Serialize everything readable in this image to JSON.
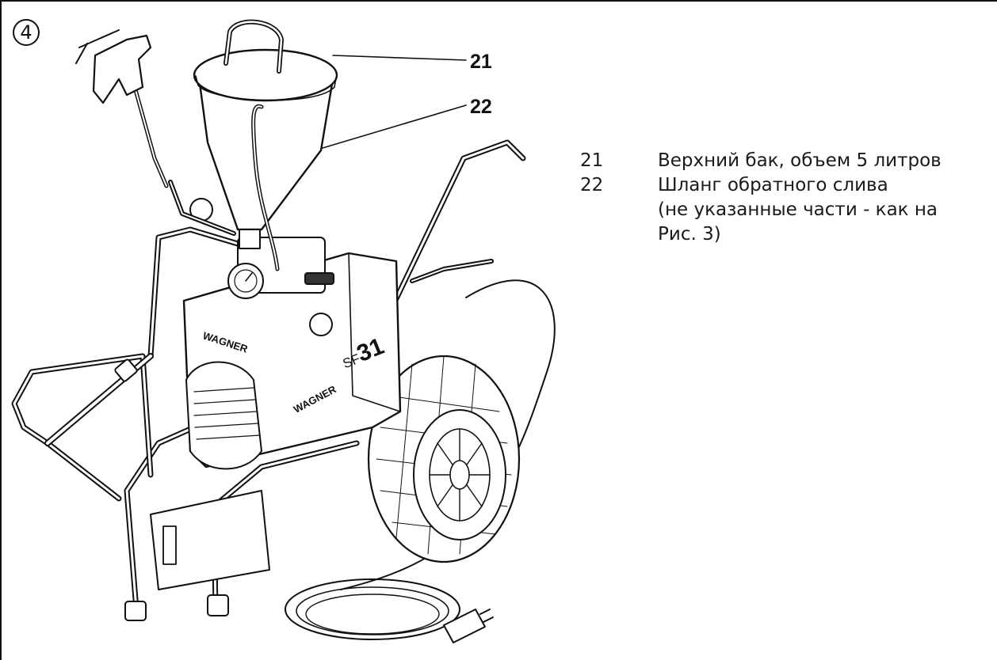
{
  "figure": {
    "number": "4"
  },
  "callouts": [
    "21",
    "22"
  ],
  "legend": [
    {
      "num": "21",
      "text": "Верхний бак, объем 5 литров"
    },
    {
      "num": "22",
      "text": "Шланг обратного слива"
    },
    {
      "num": "",
      "text": "(не указанные части  - как  на"
    },
    {
      "num": "",
      "text": "Рис. 3)"
    }
  ],
  "labels": {
    "brand": "WAGNER",
    "model_prefix": "SF",
    "model_number": "31"
  }
}
